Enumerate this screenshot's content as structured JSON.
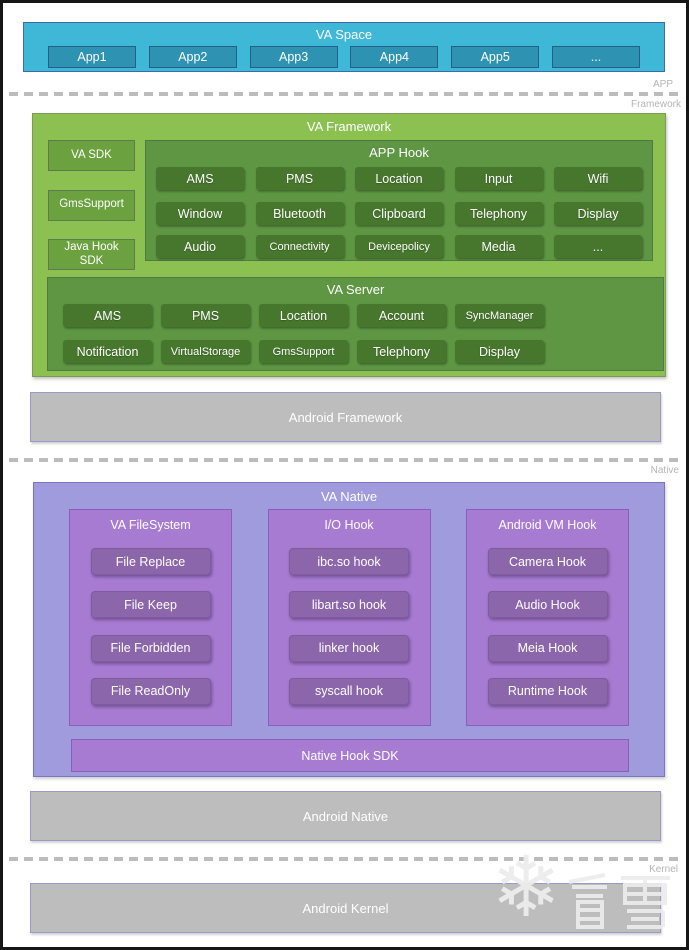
{
  "layer_labels": {
    "app": "APP",
    "framework": "Framework",
    "native": "Native",
    "kernel": "Kernel"
  },
  "va_space": {
    "title": "VA Space",
    "apps": [
      "App1",
      "App2",
      "App3",
      "App4",
      "App5",
      "..."
    ]
  },
  "va_framework": {
    "title": "VA Framework",
    "side_boxes": [
      "VA SDK",
      "GmsSupport",
      "Java Hook SDK"
    ],
    "app_hook": {
      "title": "APP Hook",
      "rows": [
        [
          "AMS",
          "PMS",
          "Location",
          "Input",
          "Wifi"
        ],
        [
          "Window",
          "Bluetooth",
          "Clipboard",
          "Telephony",
          "Display"
        ],
        [
          "Audio",
          "Connectivity",
          "Devicepolicy",
          "Media",
          "..."
        ]
      ]
    },
    "va_server": {
      "title": "VA Server",
      "rows": [
        [
          "AMS",
          "PMS",
          "Location",
          "Account",
          "SyncManager"
        ],
        [
          "Notification",
          "VirtualStorage",
          "GmsSupport",
          "Telephony",
          "Display"
        ]
      ]
    }
  },
  "android_framework": "Android Framework",
  "va_native": {
    "title": "VA Native",
    "columns": [
      {
        "title": "VA FileSystem",
        "chips": [
          "File Replace",
          "File Keep",
          "File Forbidden",
          "File ReadOnly"
        ]
      },
      {
        "title": "I/O Hook",
        "chips": [
          "ibc.so hook",
          "libart.so hook",
          "linker hook",
          "syscall hook"
        ]
      },
      {
        "title": "Android VM Hook",
        "chips": [
          "Camera Hook",
          "Audio Hook",
          "Meia Hook",
          "Runtime Hook"
        ]
      }
    ],
    "sdk_bar": "Native Hook SDK"
  },
  "android_native": "Android Native",
  "android_kernel": "Android Kernel",
  "watermark": {
    "snowflake": "❄",
    "text": "看雪"
  },
  "colors": {
    "cyan_bg": "#3fb7d7",
    "app_chip": "#2e93b2",
    "green_bg": "#8cc051",
    "green_panel": "#5e9643",
    "green_chip": "#47772d",
    "gray_bar": "#bdbdbd",
    "periwinkle_bg": "#9f9bdc",
    "purple_panel": "#a87bd3",
    "purple_chip": "#8b66ab"
  }
}
